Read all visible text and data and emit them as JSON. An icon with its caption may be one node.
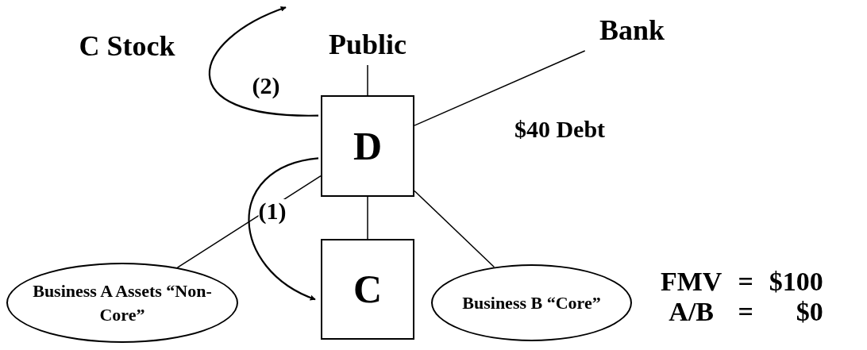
{
  "diagram": {
    "nodes": [
      {
        "text": [
          "Public"
        ]
      },
      {
        "text": [
          "Bank"
        ]
      },
      {
        "text": [
          "D"
        ]
      },
      {
        "text": [
          "Business A Assets “Non-Core”"
        ]
      },
      {
        "text": [
          "C"
        ]
      },
      {
        "text": [
          "Business B “Core”"
        ]
      }
    ],
    "edges": [
      {
        "from": 0,
        "to": 2,
        "arrow": "none"
      },
      {
        "from": 1,
        "to": 2,
        "arrow": "none",
        "label": "$40 Debt"
      },
      {
        "from": 2,
        "to": 3,
        "arrow": "none"
      },
      {
        "from": 2,
        "to": 4,
        "arrow": "none"
      },
      {
        "from": 2,
        "to": 5,
        "arrow": "none"
      },
      {
        "from": 2,
        "to": 4,
        "arrow": "to",
        "label": "(1)"
      },
      {
        "from": 2,
        "to": 0,
        "arrow": "to",
        "label": "(2)"
      }
    ],
    "labels": [
      "C Stock",
      "FMV",
      "=",
      "$100",
      "A/B",
      "=",
      "$0"
    ]
  }
}
